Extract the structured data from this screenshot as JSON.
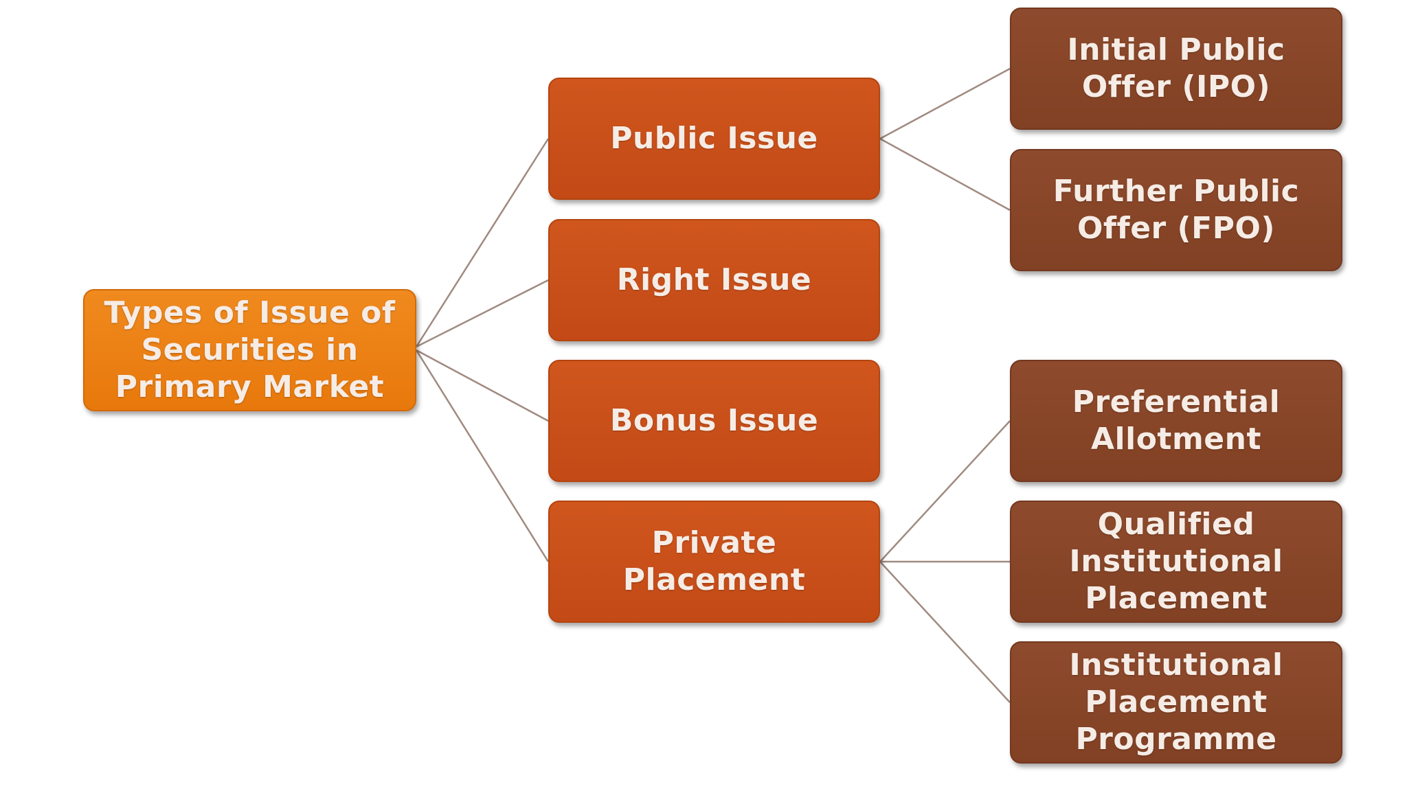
{
  "root": {
    "label": "Types of Issue of\nSecurities in\nPrimary Market"
  },
  "issues": [
    {
      "label": "Public Issue"
    },
    {
      "label": "Right Issue"
    },
    {
      "label": "Bonus Issue"
    },
    {
      "label": "Private\nPlacement"
    }
  ],
  "public_issue_types": [
    {
      "label": "Initial Public\nOffer (IPO)"
    },
    {
      "label": "Further Public\nOffer (FPO)"
    }
  ],
  "private_placement_types": [
    {
      "label": "Preferential\nAllotment"
    },
    {
      "label": "Qualified\nInstitutional\nPlacement"
    },
    {
      "label": "Institutional\nPlacement\nProgramme"
    }
  ],
  "colors": {
    "root": "#e8780c",
    "issue": "#c34a16",
    "sub_type": "#824124",
    "connector": "#a08a80"
  }
}
